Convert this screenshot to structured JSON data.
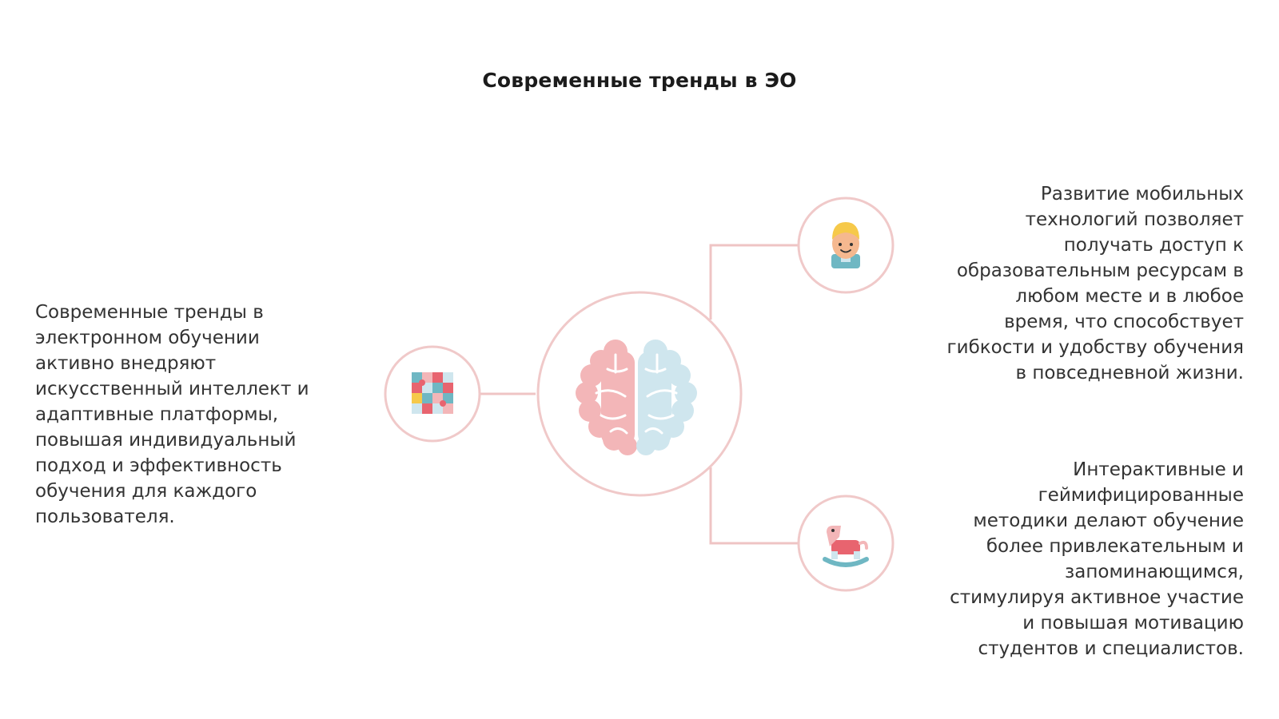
{
  "slide": {
    "title": "Современные тренды в ЭО"
  },
  "blocks": {
    "left": {
      "text": "Современные тренды в\nэлектронном обучении\nактивно внедряют\nискусственный интеллект и\nадаптивные платформы,\nповышая индивидуальный\nподход и эффективность\nобучения для каждого\nпользователя.",
      "icon": "puzzle-icon"
    },
    "top_right": {
      "text": "Развитие мобильных\nтехнологий позволяет\nполучать доступ к\nобразовательным ресурсам в\nлюбом месте и в любое\nвремя, что способствует\nгибкости и удобству обучения\nв повседневной жизни.",
      "icon": "student-face-icon"
    },
    "bottom_right": {
      "text": "Интерактивные и\nгеймифицированные\nметодики делают обучение\nболее привлекательным и\nзапоминающимся,\nстимулируя активное участие\nи повышая мотивацию\nстудентов и специалистов.",
      "icon": "rocking-horse-icon"
    }
  },
  "center": {
    "icon": "brain-icon"
  },
  "colors": {
    "ring": "#f0c9c9",
    "connector": "#efc4c4",
    "brain_left": "#f3b6b8",
    "brain_right": "#cfe6ee",
    "accent_red": "#e8646f",
    "accent_teal": "#6fb7c3",
    "accent_yellow": "#f6c94a"
  }
}
